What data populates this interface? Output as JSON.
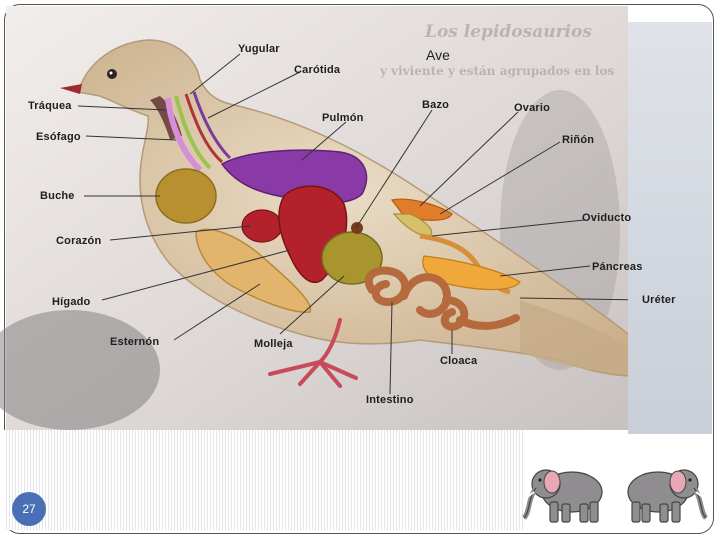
{
  "slide": {
    "title": "Ave",
    "page_number": "27"
  },
  "background_text": {
    "heading": "Los lepidosaurios",
    "line": "y viviente y están agrupados en los"
  },
  "labels": {
    "yugular": "Yugular",
    "carotida": "Carótida",
    "traquea": "Tráquea",
    "esofago": "Esófago",
    "pulmon": "Pulmón",
    "bazo": "Bazo",
    "ovario": "Ovario",
    "rinon": "Riñón",
    "buche": "Buche",
    "corazon": "Corazón",
    "oviducto": "Oviducto",
    "higado": "Hígado",
    "pancreas": "Páncreas",
    "ureter": "Uréter",
    "esternon": "Esternón",
    "molleja": "Molleja",
    "cloaca": "Cloaca",
    "intestino": "Intestino"
  },
  "colors": {
    "page_badge": "#4a6fb5",
    "bird_body": "#d8c2a3",
    "lung": "#8a3aa6",
    "heart": "#b3222c",
    "liver": "#e3b56c",
    "gizzard": "#a9952e",
    "intestine": "#b56a3e",
    "pancreas": "#f0a83a",
    "trachea": "#d07ad0",
    "legs": "#c74b5a"
  },
  "decorations": [
    "elephant-icon",
    "elephant-icon"
  ]
}
